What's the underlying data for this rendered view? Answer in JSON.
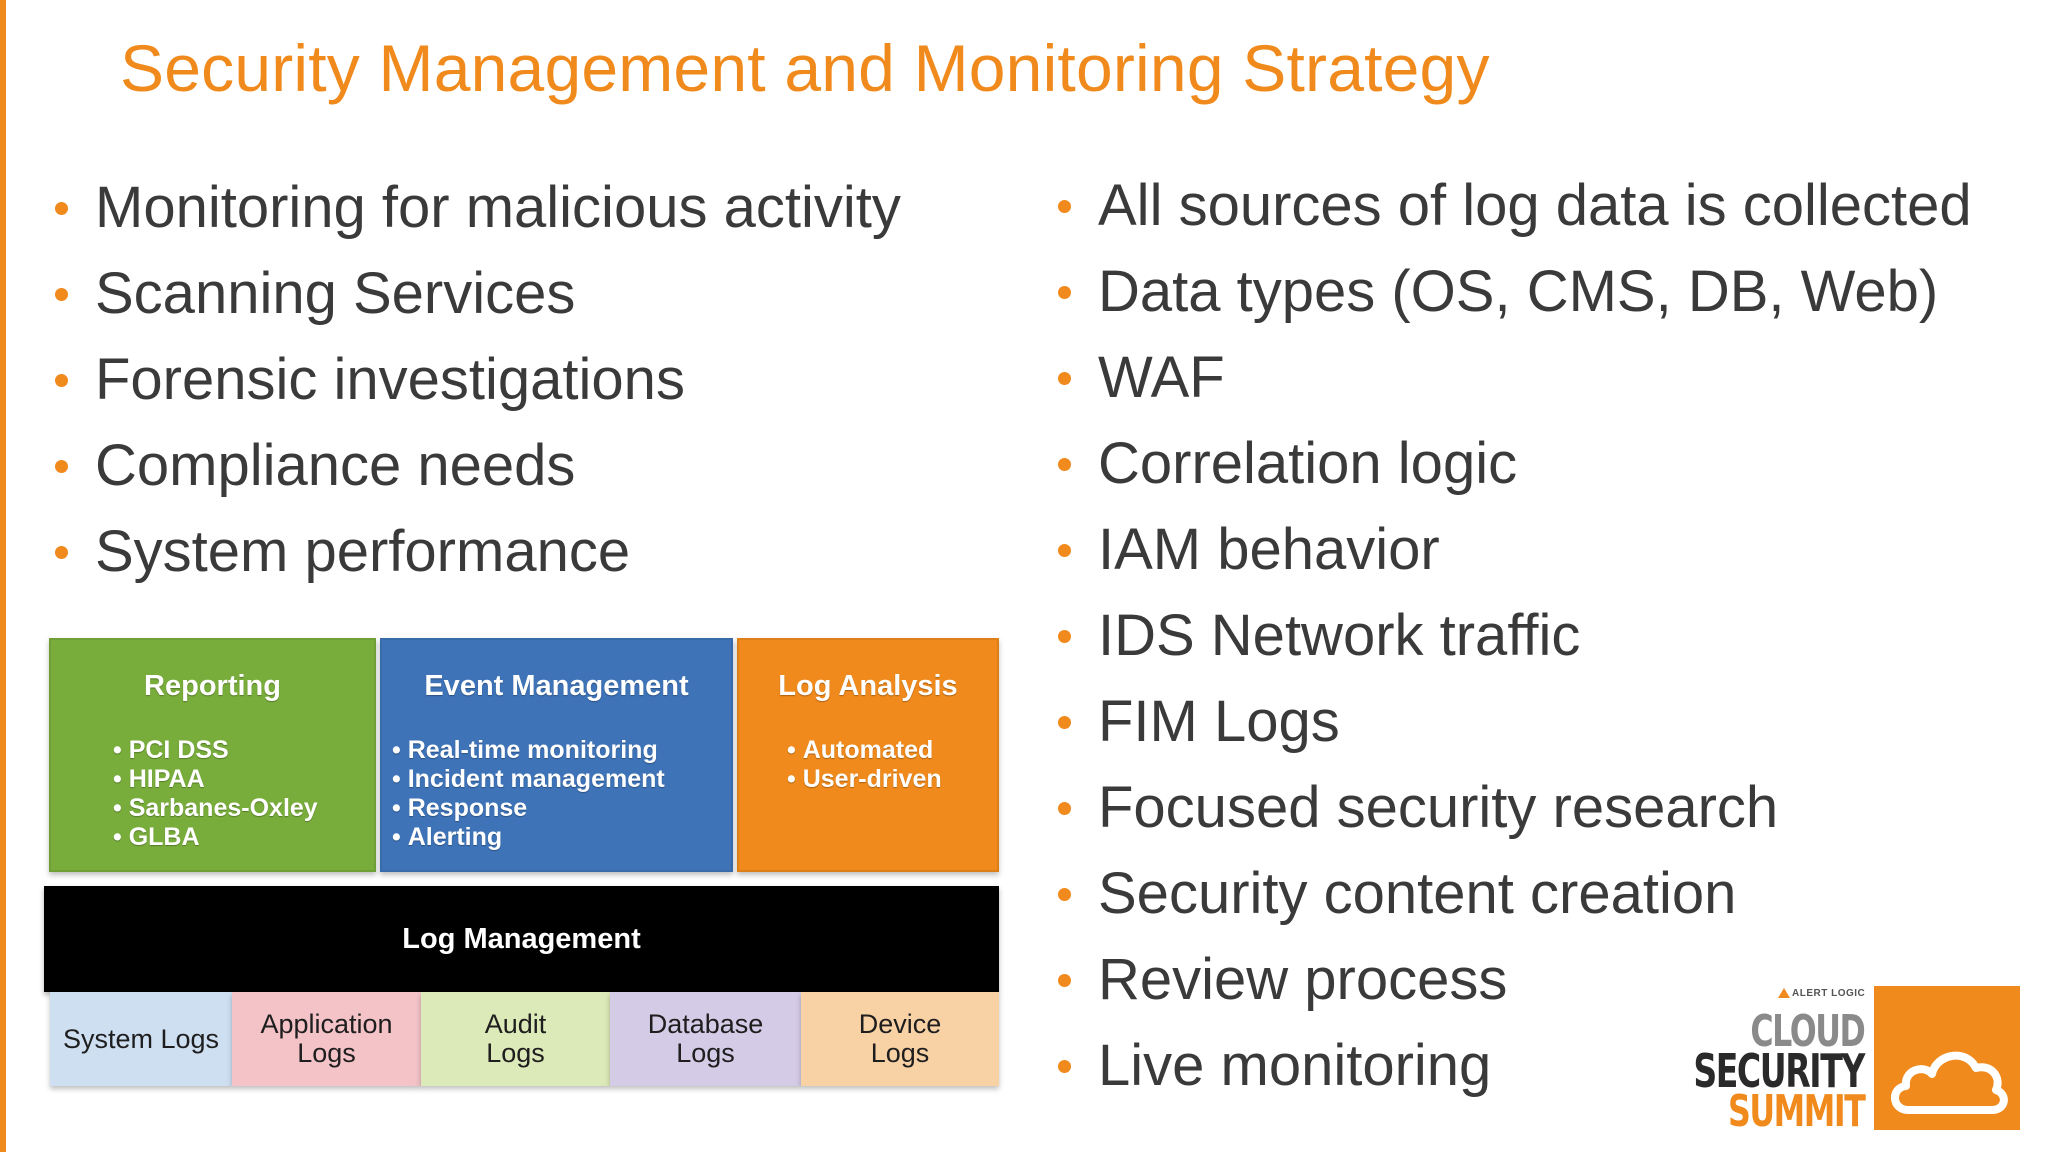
{
  "slide": {
    "title": "Security Management and Monitoring Strategy",
    "accent_color": "#f08a1c",
    "left_bullets": [
      "Monitoring for malicious activity",
      "Scanning Services",
      "Forensic investigations",
      "Compliance needs",
      "System performance"
    ],
    "right_bullets": [
      "All sources of log data is collected",
      "Data types (OS, CMS, DB, Web)",
      "WAF",
      "Correlation logic",
      "IAM behavior",
      "IDS Network traffic",
      "FIM Logs",
      "Focused security research",
      "Security content creation",
      "Review process",
      "Live monitoring"
    ]
  },
  "diagram": {
    "reporting": {
      "title": "Reporting",
      "color": "#79ad3b",
      "items": [
        "PCI DSS",
        "HIPAA",
        "Sarbanes-Oxley",
        "GLBA"
      ]
    },
    "event_management": {
      "title": "Event Management",
      "color": "#3e73b8",
      "items": [
        "Real-time monitoring",
        "Incident management",
        "Response",
        "Alerting"
      ]
    },
    "log_analysis": {
      "title": "Log Analysis",
      "color": "#f08a1c",
      "items": [
        "Automated",
        "User-driven"
      ]
    },
    "log_management": {
      "label": "Log Management"
    },
    "log_sources": {
      "system": [
        "System Logs"
      ],
      "application": [
        "Application",
        "Logs"
      ],
      "audit": [
        "Audit",
        "Logs"
      ],
      "database": [
        "Database",
        "Logs"
      ],
      "device": [
        "Device",
        "Logs"
      ]
    }
  },
  "logo": {
    "brand": "ALERT LOGIC",
    "line1": "CLOUD",
    "line2": "SECURITY",
    "line3": "SUMMIT",
    "icon": "cloud-icon"
  }
}
